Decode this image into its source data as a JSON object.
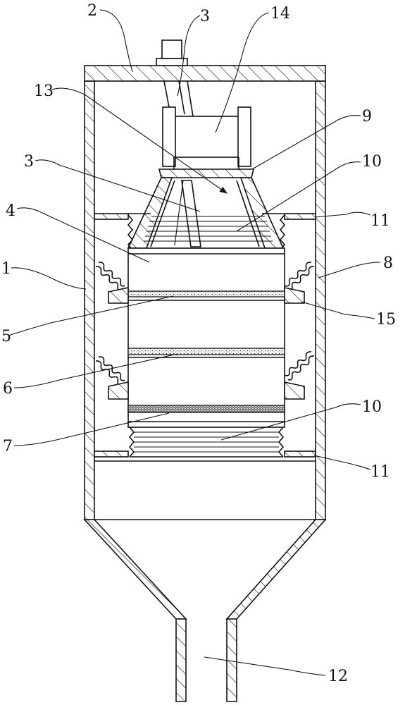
{
  "labels": {
    "housing": "1",
    "top_cover": "2",
    "rod_upper": "3",
    "rod_middle": "3",
    "drum": "4",
    "filter_layer_1": "5",
    "filter_layer_2": "6",
    "filter_layer_3": "7",
    "spring_right": "8",
    "cone_cap": "9",
    "bellows_upper": "10",
    "bellows_lower": "10",
    "ring_upper": "11",
    "ring_lower": "11",
    "outlet": "12",
    "cone_arrow": "13",
    "motor": "14",
    "block_right": "15"
  }
}
